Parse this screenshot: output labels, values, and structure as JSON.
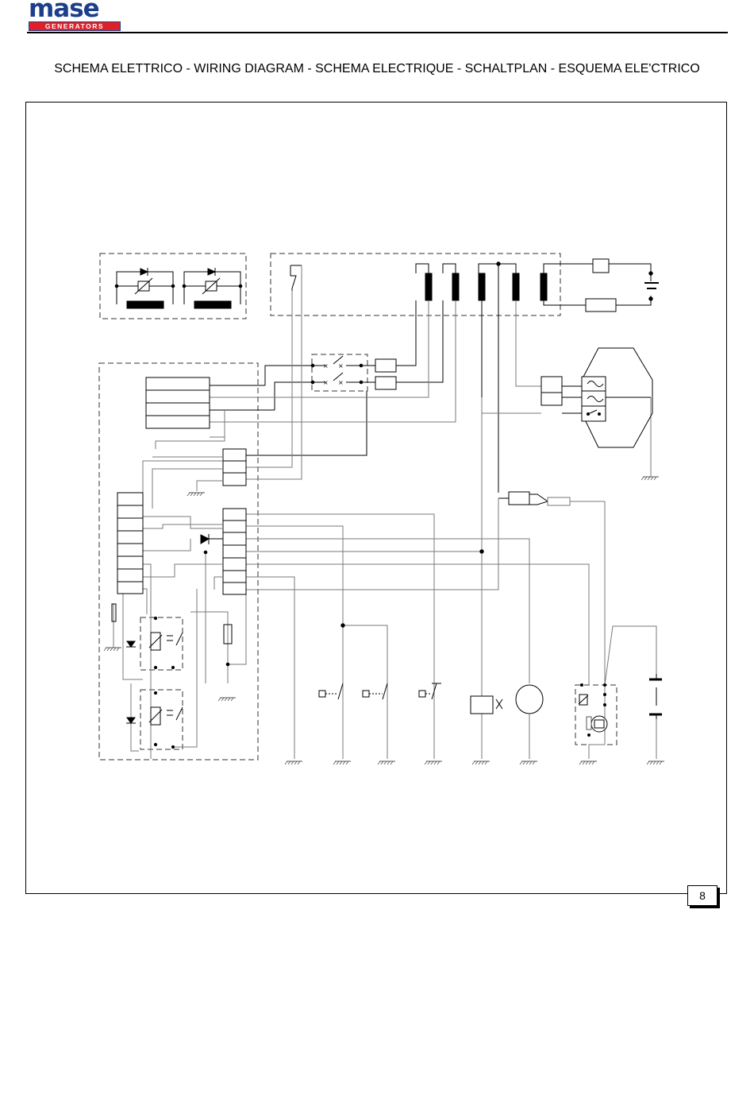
{
  "brand": {
    "logo_word": "mase",
    "logo_sub": "GENERATORS"
  },
  "page": {
    "title": "SCHEMA ELETTRICO - WIRING DIAGRAM - SCHEMA ELECTRIQUE - SCHALTPLAN - ESQUEMA ELE'CTRICO",
    "number": "8"
  },
  "colors": {
    "brand_blue": "#1c3f8c",
    "brand_red": "#e01f26",
    "wire_light": "#808080",
    "wire_dark": "#000000",
    "dashed_border": "#000000"
  }
}
